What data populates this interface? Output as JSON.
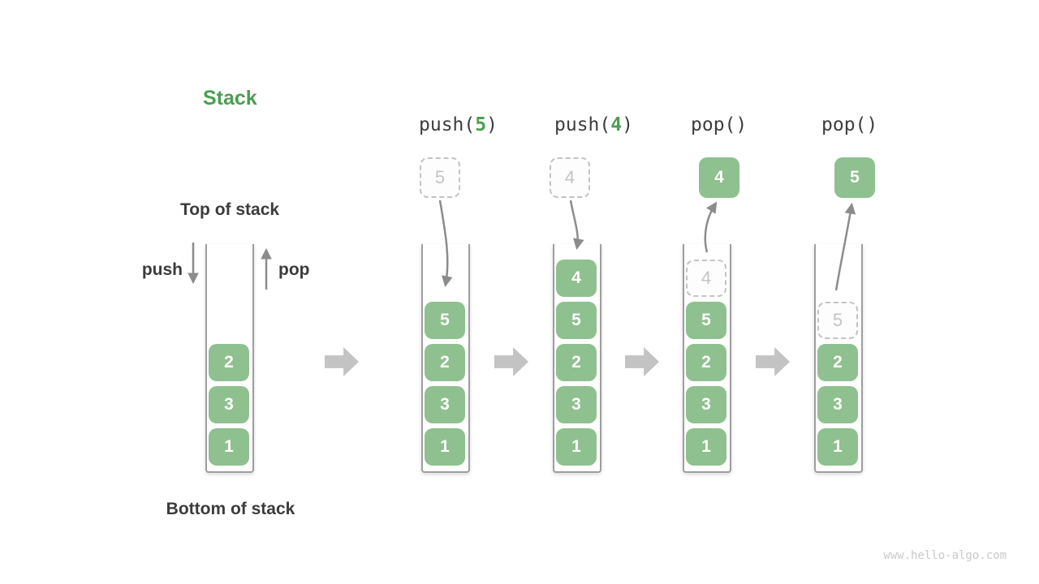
{
  "title": "Stack",
  "labels": {
    "top": "Top of stack",
    "bottom": "Bottom of stack",
    "push": "push",
    "pop": "pop"
  },
  "watermark": "www.hello-algo.com",
  "colors": {
    "item_green": "#8fc08f",
    "accent_green": "#4a9e50",
    "text_dark": "#3b3b3b",
    "arrow_gray": "#8c8c8c",
    "block_arrow_gray": "#c3c3c3",
    "ghost_border": "#c3c3c3",
    "ghost_text": "#c4c4c4",
    "container_border": "#9e9e9e"
  },
  "stages": [
    {
      "items": [
        {
          "v": "2"
        },
        {
          "v": "3"
        },
        {
          "v": "1"
        }
      ]
    },
    {
      "op": {
        "pre": "push(",
        "arg": "5",
        "post": ")"
      },
      "float": {
        "v": "5",
        "kind": "ghost"
      },
      "items": [
        {
          "v": "5"
        },
        {
          "v": "2"
        },
        {
          "v": "3"
        },
        {
          "v": "1"
        }
      ]
    },
    {
      "op": {
        "pre": "push(",
        "arg": "4",
        "post": ")"
      },
      "float": {
        "v": "4",
        "kind": "ghost"
      },
      "items": [
        {
          "v": "4"
        },
        {
          "v": "5"
        },
        {
          "v": "2"
        },
        {
          "v": "3"
        },
        {
          "v": "1"
        }
      ]
    },
    {
      "op": {
        "pre": "pop()",
        "arg": "",
        "post": ""
      },
      "float": {
        "v": "4",
        "kind": "solid"
      },
      "items": [
        {
          "v": "4",
          "ghost": true
        },
        {
          "v": "5"
        },
        {
          "v": "2"
        },
        {
          "v": "3"
        },
        {
          "v": "1"
        }
      ]
    },
    {
      "op": {
        "pre": "pop()",
        "arg": "",
        "post": ""
      },
      "float": {
        "v": "5",
        "kind": "solid"
      },
      "items": [
        {
          "v": "5",
          "ghost": true
        },
        {
          "v": "2"
        },
        {
          "v": "3"
        },
        {
          "v": "1"
        }
      ]
    }
  ]
}
